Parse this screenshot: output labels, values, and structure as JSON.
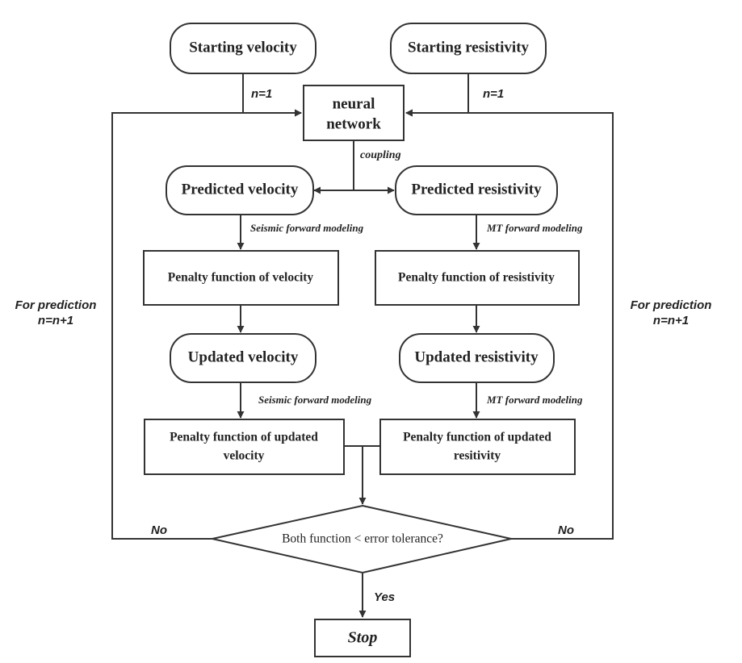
{
  "nodes": {
    "starting_velocity": "Starting velocity",
    "starting_resistivity": "Starting resistivity",
    "neural_network": [
      "neural",
      "network"
    ],
    "predicted_velocity": "Predicted velocity",
    "predicted_resistivity": "Predicted resistivity",
    "penalty_velocity": "Penalty function of velocity",
    "penalty_resistivity": "Penalty function of resistivity",
    "updated_velocity": "Updated velocity",
    "updated_resistivity": "Updated resistivity",
    "penalty_updated_velocity": [
      "Penalty function of updated",
      "velocity"
    ],
    "penalty_updated_resistivity": [
      "Penalty function of updated",
      "resitivity"
    ],
    "decision": "Both  function < error tolerance?",
    "stop": "Stop"
  },
  "edge_labels": {
    "n1_left": "n=1",
    "n1_right": "n=1",
    "coupling": "coupling",
    "seismic_1": "Seismic forward modeling",
    "mt_1": "MT forward modeling",
    "seismic_2": "Seismic forward modeling",
    "mt_2": "MT forward modeling",
    "no_left": "No",
    "no_right": "No",
    "yes": "Yes"
  },
  "side_labels": {
    "left": [
      "For prediction",
      "n=n+1"
    ],
    "right": [
      "For prediction",
      "n=n+1"
    ]
  }
}
